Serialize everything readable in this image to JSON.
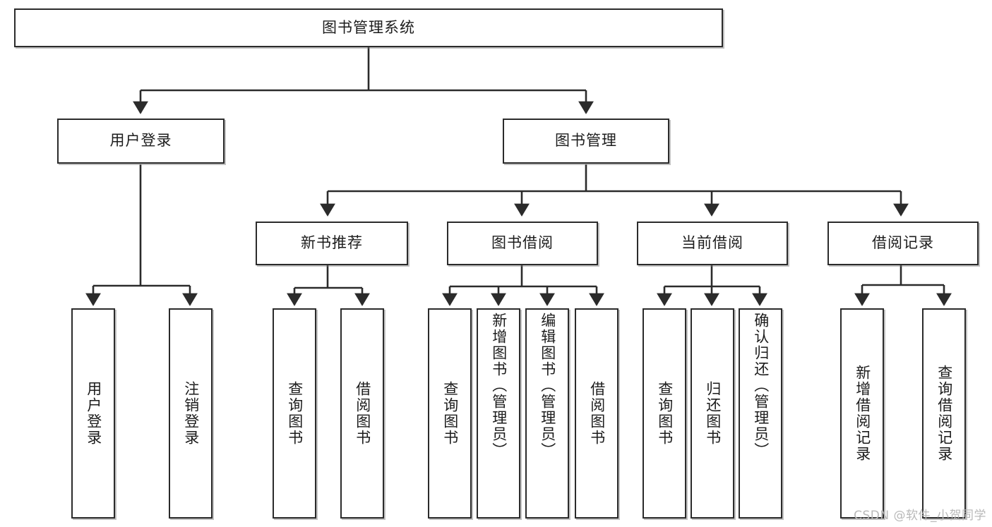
{
  "diagram": {
    "type": "tree-hierarchy",
    "title": "图书管理系统",
    "root": {
      "id": "root",
      "label": "图书管理系统",
      "orientation": "horizontal"
    },
    "level2": [
      {
        "id": "user-login",
        "label": "用户登录",
        "orientation": "horizontal"
      },
      {
        "id": "book-manage",
        "label": "图书管理",
        "orientation": "horizontal"
      }
    ],
    "level3": [
      {
        "id": "new-book-recommend",
        "label": "新书推荐",
        "orientation": "horizontal",
        "parent": "book-manage"
      },
      {
        "id": "book-borrow",
        "label": "图书借阅",
        "orientation": "horizontal",
        "parent": "book-manage"
      },
      {
        "id": "current-borrow",
        "label": "当前借阅",
        "orientation": "horizontal",
        "parent": "book-manage"
      },
      {
        "id": "borrow-record",
        "label": "借阅记录",
        "orientation": "horizontal",
        "parent": "book-manage"
      }
    ],
    "leaves": [
      {
        "id": "leaf-user-login",
        "label": "用户登录",
        "parent": "user-login",
        "orientation": "vertical"
      },
      {
        "id": "leaf-logout",
        "label": "注销登录",
        "parent": "user-login",
        "orientation": "vertical"
      },
      {
        "id": "leaf-query-book-1",
        "label": "查询图书",
        "parent": "new-book-recommend",
        "orientation": "vertical"
      },
      {
        "id": "leaf-borrow-book-1",
        "label": "借阅图书",
        "parent": "new-book-recommend",
        "orientation": "vertical"
      },
      {
        "id": "leaf-query-book-2",
        "label": "查询图书",
        "parent": "book-borrow",
        "orientation": "vertical"
      },
      {
        "id": "leaf-add-book",
        "label": "新增图书（管理员）",
        "parent": "book-borrow",
        "orientation": "vertical"
      },
      {
        "id": "leaf-edit-book",
        "label": "编辑图书（管理员）",
        "parent": "book-borrow",
        "orientation": "vertical"
      },
      {
        "id": "leaf-borrow-book-2",
        "label": "借阅图书",
        "parent": "book-borrow",
        "orientation": "vertical"
      },
      {
        "id": "leaf-query-book-3",
        "label": "查询图书",
        "parent": "current-borrow",
        "orientation": "vertical"
      },
      {
        "id": "leaf-return-book",
        "label": "归还图书",
        "parent": "current-borrow",
        "orientation": "vertical"
      },
      {
        "id": "leaf-confirm-return",
        "label": "确认归还（管理员）",
        "parent": "current-borrow",
        "orientation": "vertical"
      },
      {
        "id": "leaf-add-record",
        "label": "新增借阅记录",
        "parent": "borrow-record",
        "orientation": "vertical"
      },
      {
        "id": "leaf-query-record",
        "label": "查询借阅记录",
        "parent": "borrow-record",
        "orientation": "vertical"
      }
    ],
    "colors": {
      "box_border": "#2b2b2b",
      "box_fill": "#ffffff",
      "connector": "#2b2b2b",
      "text": "#1c1c1c",
      "watermark": "#b9b9b9",
      "background": "#ffffff"
    }
  },
  "watermark": {
    "text": "CSDN @软件_小贺同学"
  }
}
